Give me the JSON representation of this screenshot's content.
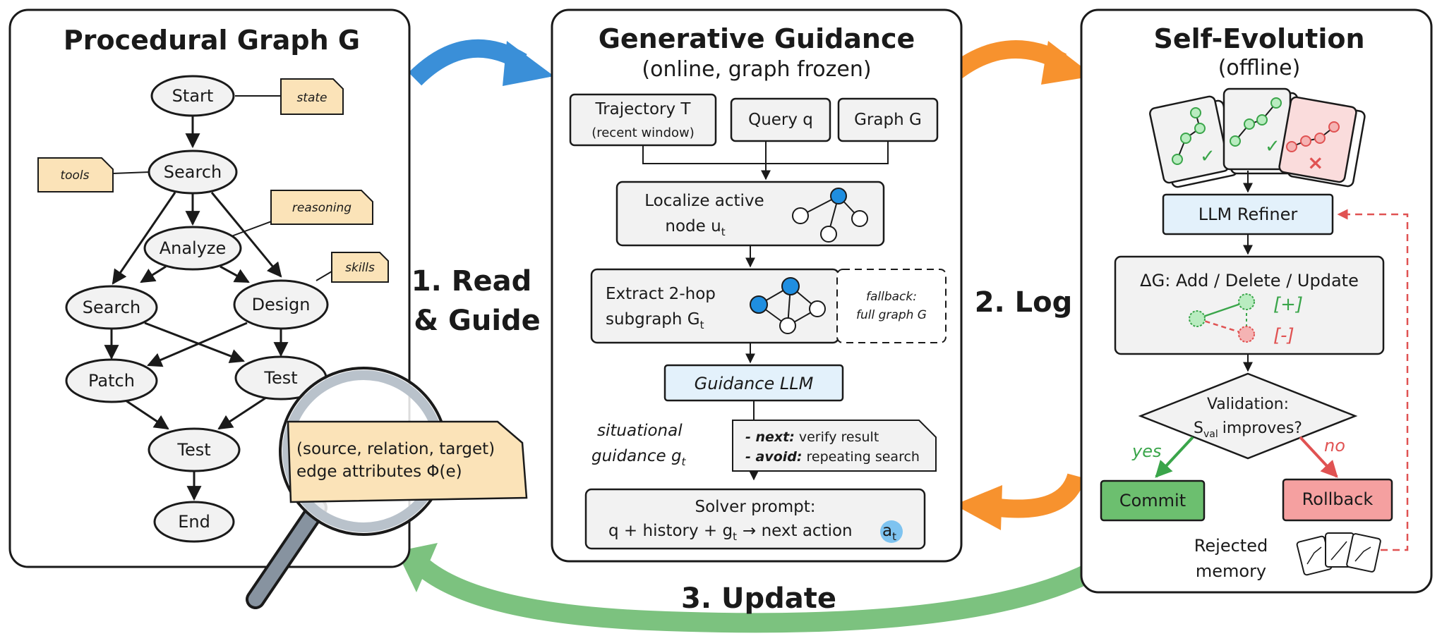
{
  "panels": {
    "left_title": "Procedural Graph G",
    "middle_title": "Generative Guidance",
    "middle_subtitle": "(online, graph frozen)",
    "right_title": "Self-Evolution",
    "right_subtitle": "(offline)"
  },
  "graph": {
    "nodes": {
      "start": "Start",
      "search1": "Search",
      "analyze": "Analyze",
      "search2": "Search",
      "design": "Design",
      "patch": "Patch",
      "test1": "Test",
      "test2": "Test",
      "end": "End"
    },
    "notes": {
      "state": "state",
      "tools": "tools",
      "reasoning": "reasoning",
      "skills": "skills"
    },
    "magnifier": {
      "line1": "(source, relation, target)",
      "line2": "edge attributes Φ(e)"
    }
  },
  "arrows": {
    "read_guide_1": "1. Read",
    "read_guide_2": "& Guide",
    "log": "2. Log",
    "update": "3. Update"
  },
  "guidance": {
    "trajectory": "Trajectory T",
    "trajectory_sub": "(recent window)",
    "query": "Query q",
    "graph": "Graph G",
    "localize_1": "Localize active",
    "localize_2": "node u",
    "localize_sub": "t",
    "extract_1": "Extract 2-hop",
    "extract_2": "subgraph G",
    "extract_sub": "t",
    "fallback_1": "fallback:",
    "fallback_2": "full graph G",
    "llm": "Guidance LLM",
    "situational_1": "situational",
    "situational_2": "guidance g",
    "situational_sub": "t",
    "next_key": "- next:",
    "next_val": "verify result",
    "avoid_key": "- avoid:",
    "avoid_val": "repeating search",
    "solver_1": "Solver prompt:",
    "solver_2": "q + history + g",
    "solver_2_sub": "t",
    "solver_2_rest": "→ next action",
    "solver_action": "a",
    "solver_action_sub": "t"
  },
  "evolution": {
    "refiner": "LLM Refiner",
    "delta": "ΔG: Add / Delete / Update",
    "plus": "[+]",
    "minus": "[-]",
    "validation_1": "Validation:",
    "validation_2": "S",
    "validation_sub": "val",
    "validation_rest": "improves?",
    "yes": "yes",
    "no": "no",
    "commit": "Commit",
    "rollback": "Rollback",
    "rejected_1": "Rejected",
    "rejected_2": "memory",
    "check_mark": "✓",
    "cross_mark": "×"
  },
  "colors": {
    "blue_arrow": "#3a8fd8",
    "orange_arrow": "#f7922e",
    "green_arrow": "#7cc27f",
    "accent_blue": "#1f8ee0",
    "llm_fill": "#e3f1fb",
    "commit_fill": "#6cbf6f",
    "rollback_fill": "#f5a0a0",
    "plus_green": "#3aa54a",
    "minus_red": "#e05252",
    "dashed_red": "#e05252"
  }
}
